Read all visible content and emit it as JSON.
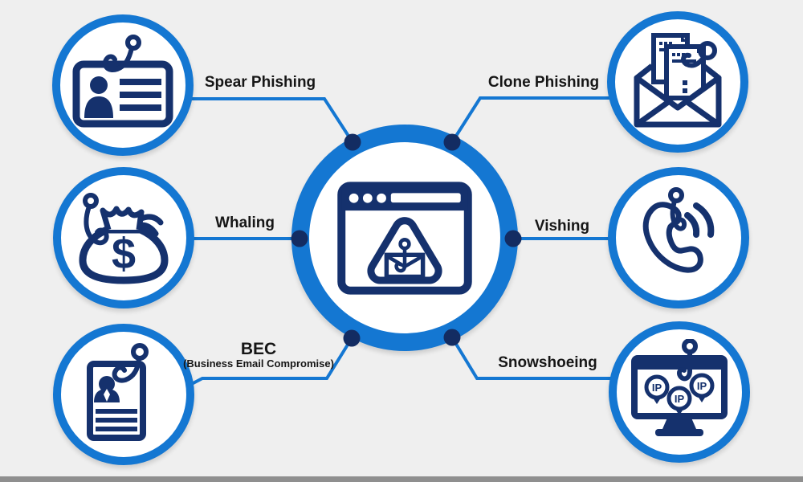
{
  "title_visible": false,
  "colors": {
    "accent_blue": "#1477d2",
    "dark_navy": "#15316d",
    "background": "#efefef",
    "label_text": "#161616",
    "bottom_bar_gray": "#8f8f8f"
  },
  "center": {
    "icon": "browser-phishing-alert-icon",
    "description": "browser window with warning triangle containing hooked envelope"
  },
  "nodes": [
    {
      "id": "spear-phishing",
      "label": "Spear Phishing",
      "icon": "id-card-hook-icon",
      "position": "top-left"
    },
    {
      "id": "whaling",
      "label": "Whaling",
      "icon": "money-bag-hook-icon",
      "position": "middle-left"
    },
    {
      "id": "bec",
      "label": "BEC",
      "sublabel": "(Business Email Compromise)",
      "icon": "resume-hook-icon",
      "position": "bottom-left"
    },
    {
      "id": "clone-phishing",
      "label": "Clone Phishing",
      "icon": "envelope-documents-hook-icon",
      "position": "top-right"
    },
    {
      "id": "vishing",
      "label": "Vishing",
      "icon": "phone-hook-icon",
      "position": "middle-right"
    },
    {
      "id": "snowshoeing",
      "label": "Snowshoeing",
      "icon": "monitor-ip-pins-hook-icon",
      "position": "bottom-right"
    }
  ]
}
